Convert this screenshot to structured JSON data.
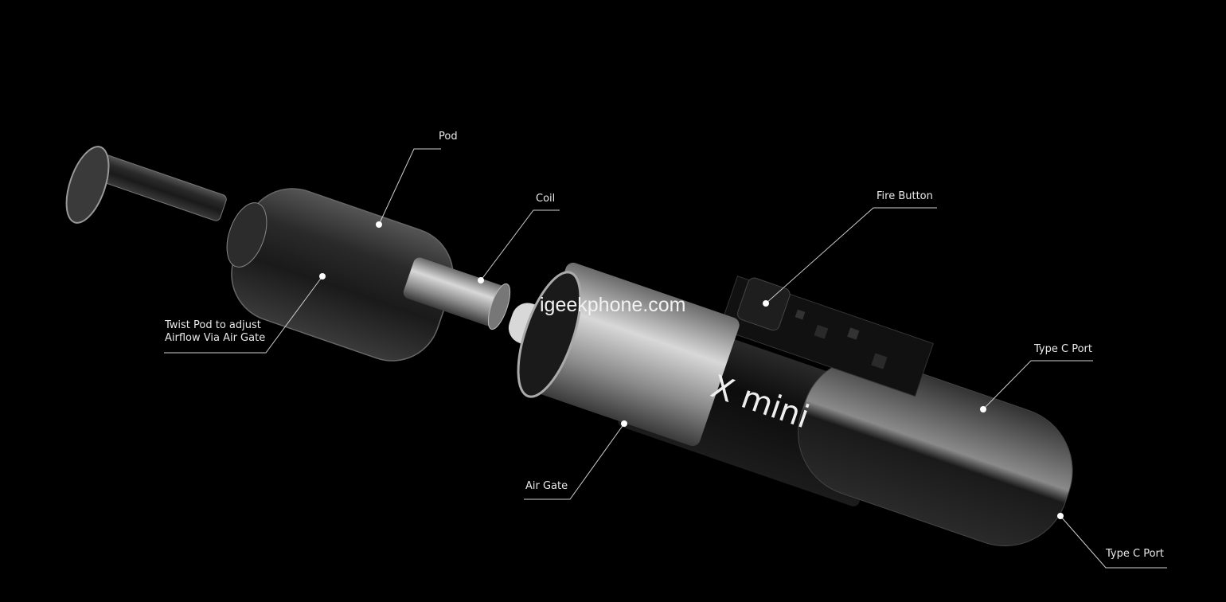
{
  "labels": {
    "pod": "Pod",
    "coil": "Coil",
    "twist_line1": "Twist Pod to adjust",
    "twist_line2": "Airflow Via Air Gate",
    "fire_button": "Fire Button",
    "type_c_port_top": "Type C Port",
    "air_gate": "Air Gate",
    "type_c_port_bottom": "Type C Port"
  },
  "brand_mark": "X mini",
  "watermark": "igeekphone.com",
  "colors": {
    "background": "#000000",
    "label": "#e8e8e8",
    "leader": "#cfcfcf"
  }
}
